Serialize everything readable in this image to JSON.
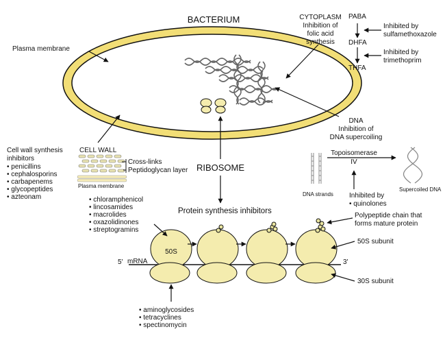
{
  "bacterium": {
    "title": "BACTERIUM",
    "plasma_membrane": "Plasma membrane"
  },
  "cytoplasm": {
    "title": "CYTOPLASM",
    "line1": "Inhibition of",
    "line2": "folic acid",
    "line3": "synthesis"
  },
  "folate": {
    "paba": "PABA",
    "dhfa": "DHFA",
    "thfa": "THFA",
    "inhibitor1_line1": "Inhibited by",
    "inhibitor1_line2": "sulfamethoxazole",
    "inhibitor2_line1": "Inhibited by",
    "inhibitor2_line2": "trimethoprim"
  },
  "dna": {
    "title": "DNA",
    "line1": "Inhibition of",
    "line2": "DNA supercoiling"
  },
  "cell_wall": {
    "title": "CELL WALL",
    "cross_links": "Cross-links",
    "peptidoglycan": "Peptidoglycan layer",
    "membrane": "Plasma membrane",
    "inhibitors_title_line1": "Cell wall synthesis",
    "inhibitors_title_line2": "inhibitors",
    "inhibitors": [
      "penicillins",
      "cephalosporins",
      "carbapenems",
      "glycopeptides",
      "azteonam"
    ]
  },
  "ribosome": {
    "title": "RIBOSOME"
  },
  "topoisomerase": {
    "label_line1": "Topoisomerase",
    "label_line2": "IV",
    "dna_strands": "DNA strands",
    "supercoiled": "Supercoiled DNA",
    "inhibited_by": "Inhibited by",
    "inhibitors": [
      "quinolones"
    ]
  },
  "protein_synthesis": {
    "title": "Protein synthesis inhibitors",
    "inhibitors_50s": [
      "chloramphenicol",
      "lincosamides",
      "macrolides",
      "oxazolidinones",
      "streptogramins"
    ],
    "inhibitors_30s": [
      "aminoglycosides",
      "tetracyclines",
      "spectinomycin"
    ],
    "subunit_50s": "50S",
    "subunit_50s_label": "50S subunit",
    "subunit_30s_label": "30S subunit",
    "mrna_5": "5'",
    "mrna": "mRNA",
    "mrna_3": "3'",
    "polypeptide_line1": "Polypeptide chain that",
    "polypeptide_line2": "forms mature protein"
  }
}
